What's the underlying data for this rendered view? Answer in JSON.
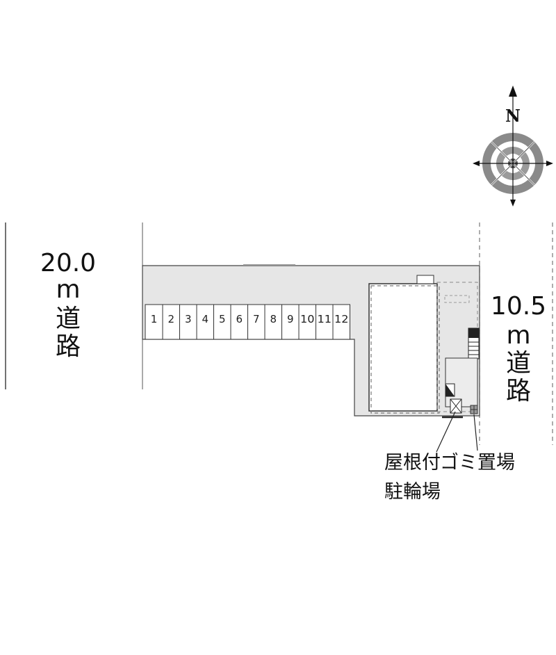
{
  "roads": {
    "west": {
      "width_label": "20.0",
      "unit_label": "m",
      "name_line1": "道",
      "name_line2": "路"
    },
    "east": {
      "width_label": "10.5",
      "unit_label": "m",
      "name_line1": "道",
      "name_line2": "路"
    }
  },
  "parking": {
    "spaces": [
      "1",
      "2",
      "3",
      "4",
      "5",
      "6",
      "7",
      "8",
      "9",
      "10",
      "11",
      "12"
    ]
  },
  "callouts": {
    "bike_line1": "屋根付",
    "bike_line2": "駐輪場",
    "garbage": "ゴミ置場"
  },
  "compass": {
    "letter": "N"
  },
  "colors": {
    "site_fill": "#e6e6e6",
    "line": "#333333",
    "dashed": "#777777",
    "stair": "#222222"
  }
}
